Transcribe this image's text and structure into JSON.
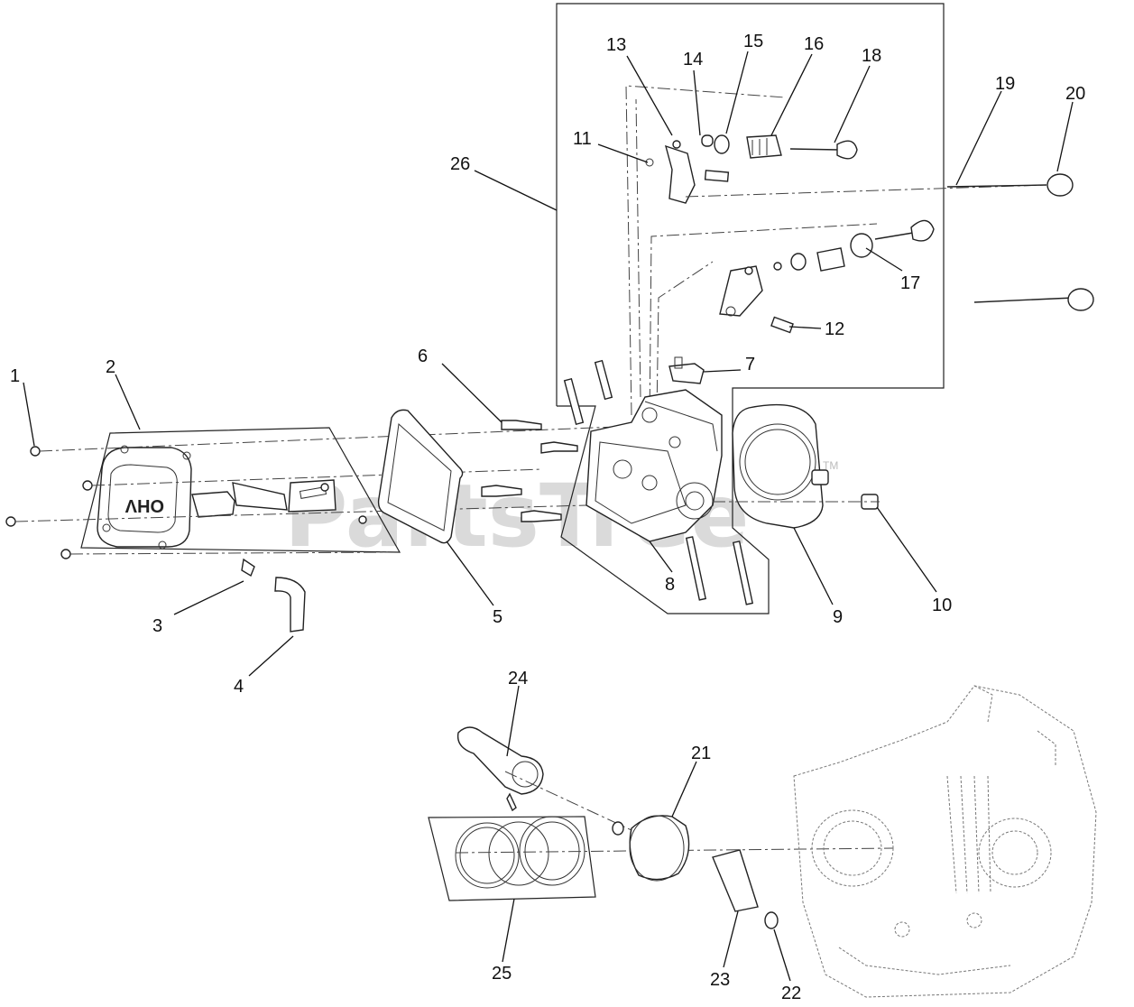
{
  "watermark": {
    "text": "PartsTree",
    "tm": "TM"
  },
  "valve_cover_marking": "OHV",
  "callouts": [
    "1",
    "2",
    "3",
    "4",
    "5",
    "6",
    "7",
    "8",
    "9",
    "10",
    "11",
    "12",
    "13",
    "14",
    "15",
    "16",
    "17",
    "18",
    "19",
    "20",
    "21",
    "22",
    "23",
    "24",
    "25",
    "26"
  ]
}
